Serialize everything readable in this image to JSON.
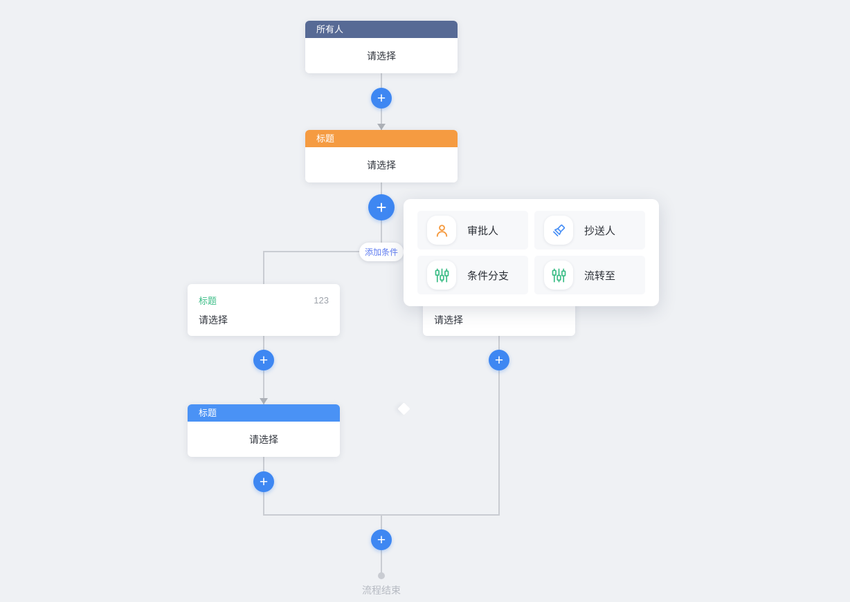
{
  "flow": {
    "plus_glyph": "+",
    "add_condition_button": "添加条件",
    "end_label": "流程结束",
    "start_node": {
      "title": "所有人",
      "body": "请选择"
    },
    "approver_node": {
      "title": "标题",
      "body": "请选择"
    },
    "condition_left": {
      "title": "标题",
      "priority": "123",
      "body": "请选择"
    },
    "condition_right": {
      "body": "请选择"
    },
    "cc_node": {
      "title": "标题",
      "body": "请选择"
    }
  },
  "menu": {
    "items": [
      {
        "label": "审批人",
        "icon": "approver-person-icon"
      },
      {
        "label": "抄送人",
        "icon": "cc-highlighter-icon"
      },
      {
        "label": "条件分支",
        "icon": "condition-sliders-icon"
      },
      {
        "label": "流转至",
        "icon": "flow-to-sliders-icon"
      }
    ]
  },
  "colors": {
    "canvas_bg": "#eff1f4",
    "line": "#c9ccd2",
    "plus_blue": "#3e87f2",
    "header_slate": "#576a95",
    "header_orange": "#f59b41",
    "header_blue": "#4a92f5",
    "condition_green": "#3cbd87",
    "cc_icon_blue": "#4a90f5",
    "pill_text_blue": "#5f7cf0"
  }
}
